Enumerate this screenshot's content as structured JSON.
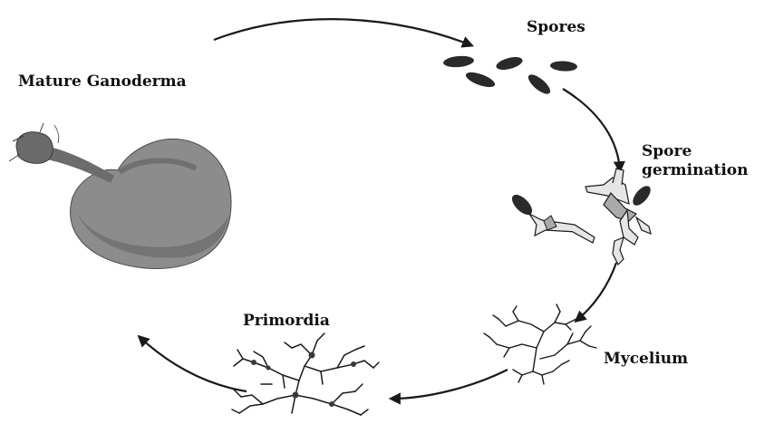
{
  "stages": {
    "mature": "Mature Ganoderma",
    "spores": "Spores",
    "germination_line1": "Spore",
    "germination_line2": "germination",
    "mycelium": "Mycelium",
    "primordia": "Primordia"
  },
  "colors": {
    "ink": "#1a1a1a",
    "mushroom_cap": "#8c8c8c",
    "mushroom_shade": "#5e5e5e",
    "spore_fill": "#2a2a2a",
    "hypha_fill": "#e6e6e6"
  },
  "icons": [
    "mushroom-icon",
    "spores-icon",
    "germinating-spores-icon",
    "mycelium-icon",
    "primordia-icon"
  ]
}
